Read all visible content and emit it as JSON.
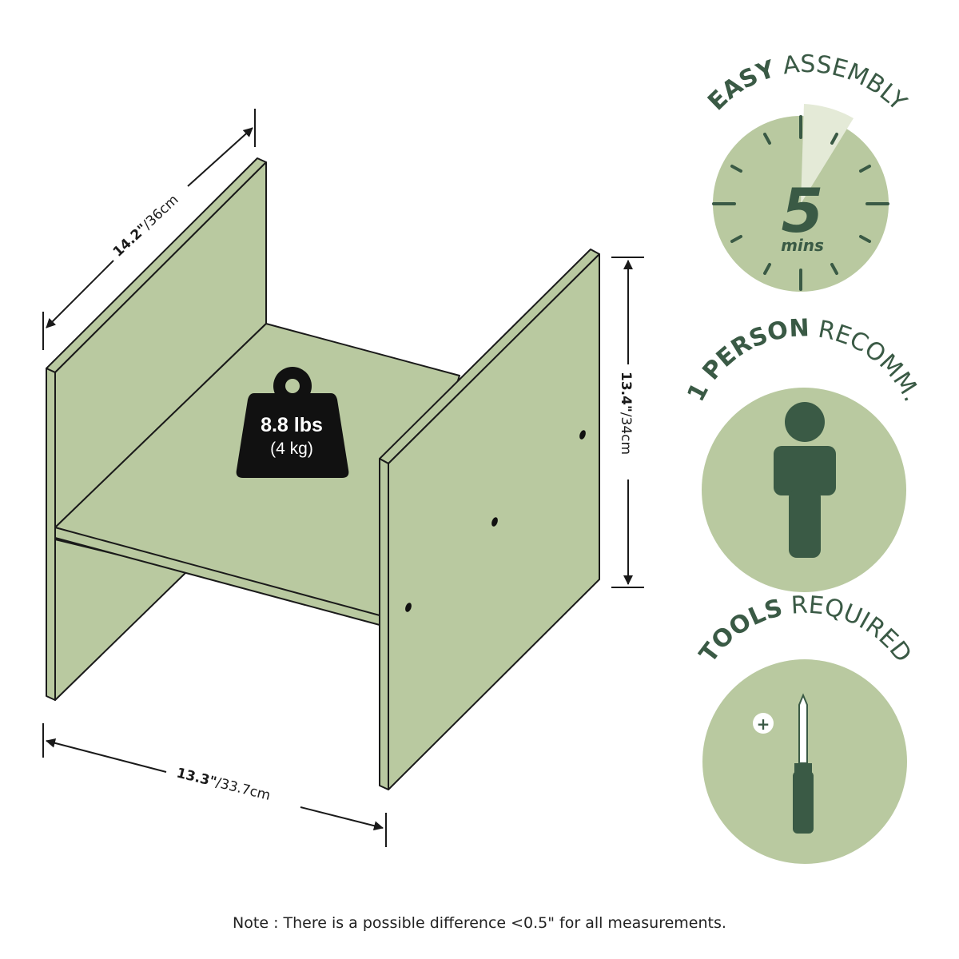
{
  "colors": {
    "panel": "#b9c9a0",
    "badge_bg": "#b9c9a0",
    "badge_dark": "#3a5a45",
    "outline": "#1a1a1a",
    "weight": "#111111"
  },
  "dimensions": {
    "depth": {
      "bold": "14.2\"",
      "thin": "/36cm"
    },
    "height": {
      "bold": "13.4\"",
      "thin": "/34cm"
    },
    "width": {
      "bold": "13.3\"",
      "thin": "/33.7cm"
    }
  },
  "weight": {
    "lbs": "8.8 lbs",
    "kg": "(4 kg)",
    "icon": "weight-icon"
  },
  "badges": [
    {
      "bold": "EASY",
      "thin": " ASSEMBLY",
      "icon": "clock-icon",
      "number": "5",
      "unit": "mins"
    },
    {
      "bold": "1 PERSON",
      "thin": " RECOMM.",
      "icon": "person-icon"
    },
    {
      "bold": "TOOLS",
      "thin": " REQUIRED",
      "icon": "screwdriver-icon",
      "extra": "+"
    }
  ],
  "note": "Note : There is a possible difference <0.5\" for all measurements."
}
